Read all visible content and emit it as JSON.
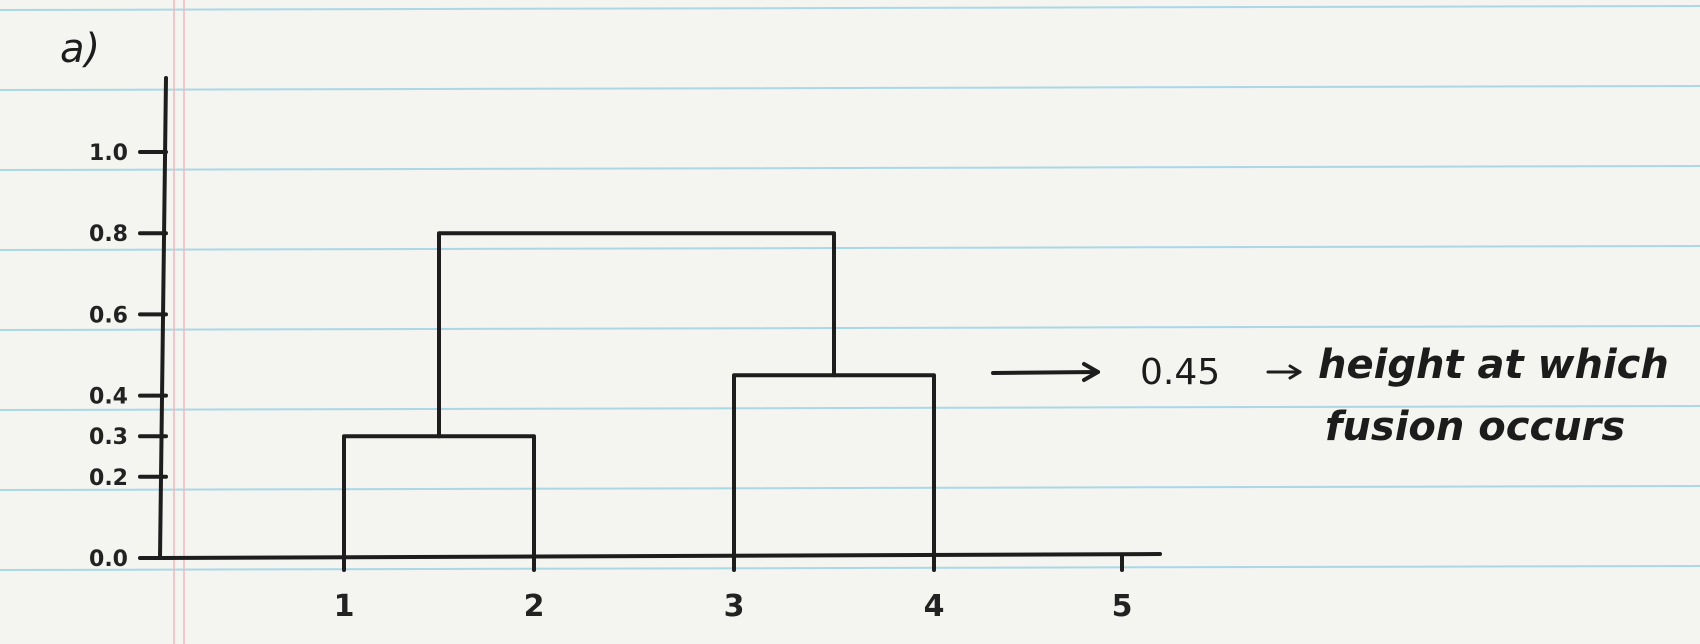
{
  "part_label": "a)",
  "y_axis": {
    "tick_labels": [
      "1.0",
      "0.8",
      "0.6",
      "0.4",
      "0.3",
      "0.2",
      "0.0"
    ],
    "tick_values": [
      1.0,
      0.8,
      0.6,
      0.4,
      0.3,
      0.2,
      0.0
    ],
    "range": [
      0,
      1.2
    ]
  },
  "x_axis": {
    "leaf_labels": [
      "1",
      "2",
      "3",
      "4",
      "5"
    ]
  },
  "dendrogram": {
    "merges": [
      {
        "left": "1",
        "right": "2",
        "height": 0.3
      },
      {
        "left": "3",
        "right": "4",
        "height": 0.45
      },
      {
        "left": "1-2",
        "right": "3-4",
        "height": 0.8
      }
    ]
  },
  "annotation": {
    "value": "0.45",
    "line1": "height at which",
    "line2": "fusion occurs"
  },
  "colors": {
    "paper": "#f4f4f0",
    "ruled_line": "#a9d8e6",
    "margin_line": "#f0b8bc",
    "ink": "#1d1d1d"
  }
}
